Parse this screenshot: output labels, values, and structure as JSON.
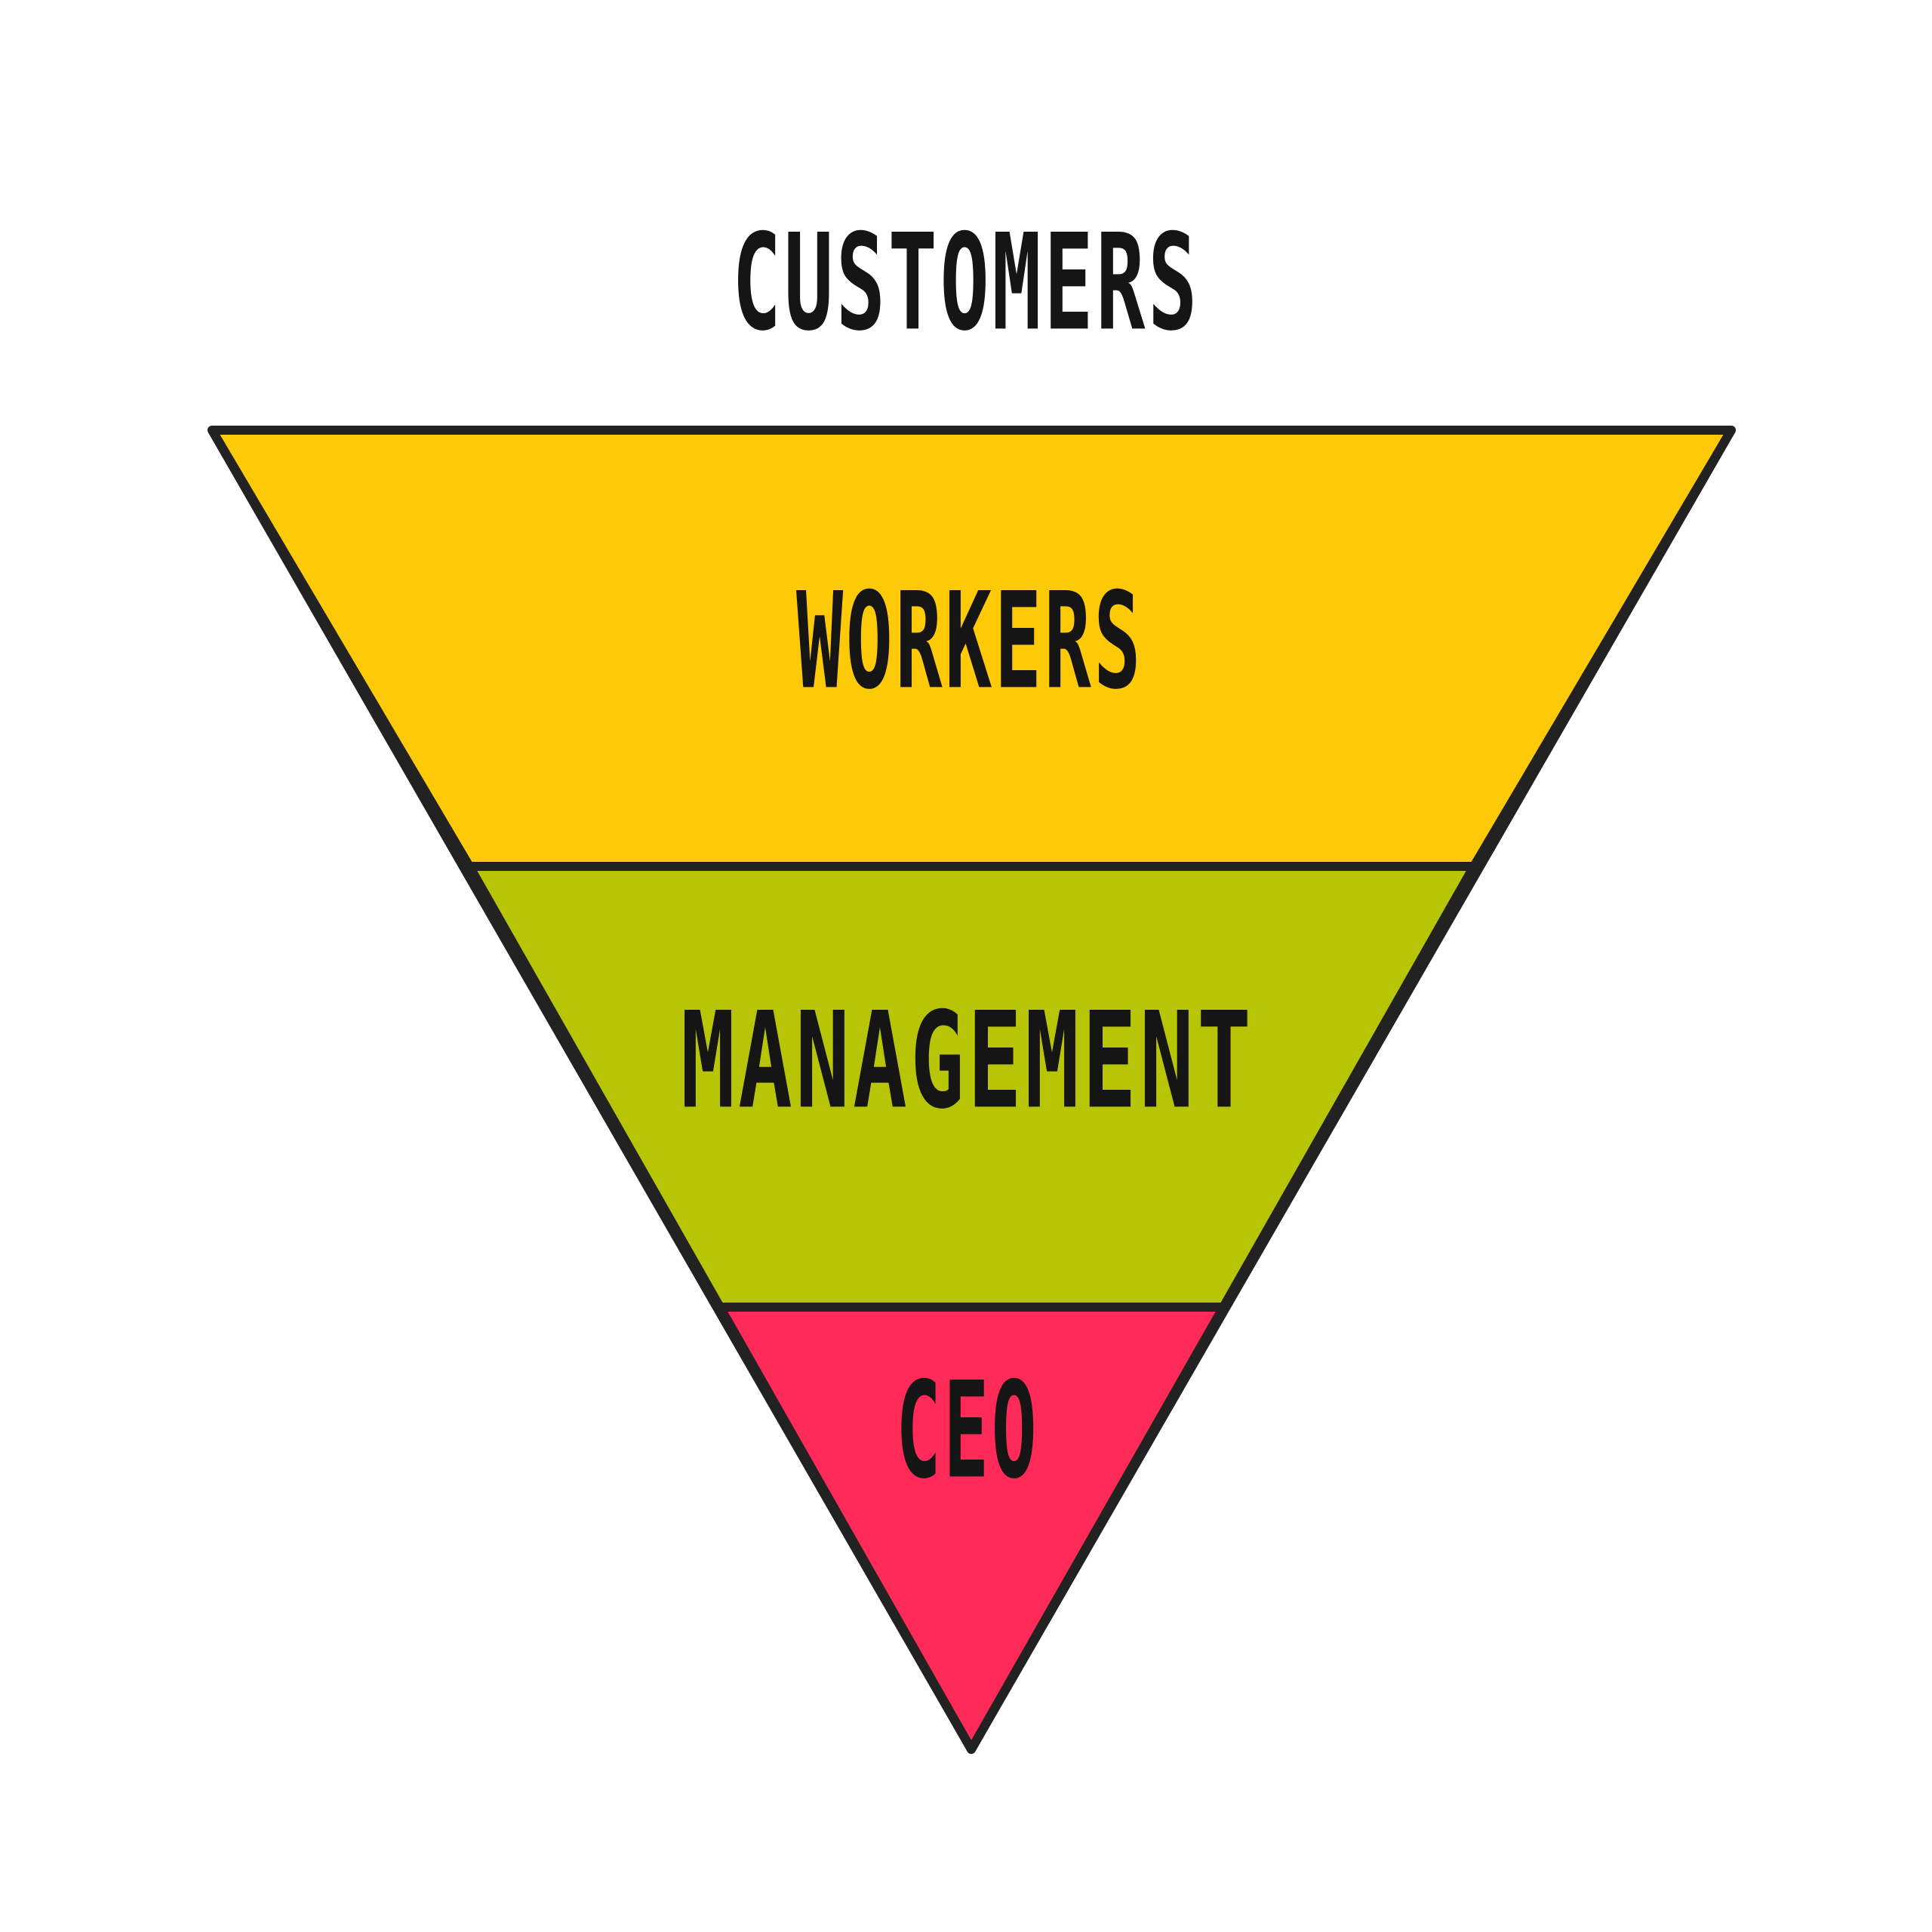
{
  "diagram": {
    "top_label": "Customers",
    "layers": [
      {
        "label": "Workers",
        "color": "#FECA08"
      },
      {
        "label": "Management",
        "color": "#B8C406"
      },
      {
        "label": "CEO",
        "color": "#FF2A57"
      }
    ],
    "outline_color": "#222222"
  }
}
